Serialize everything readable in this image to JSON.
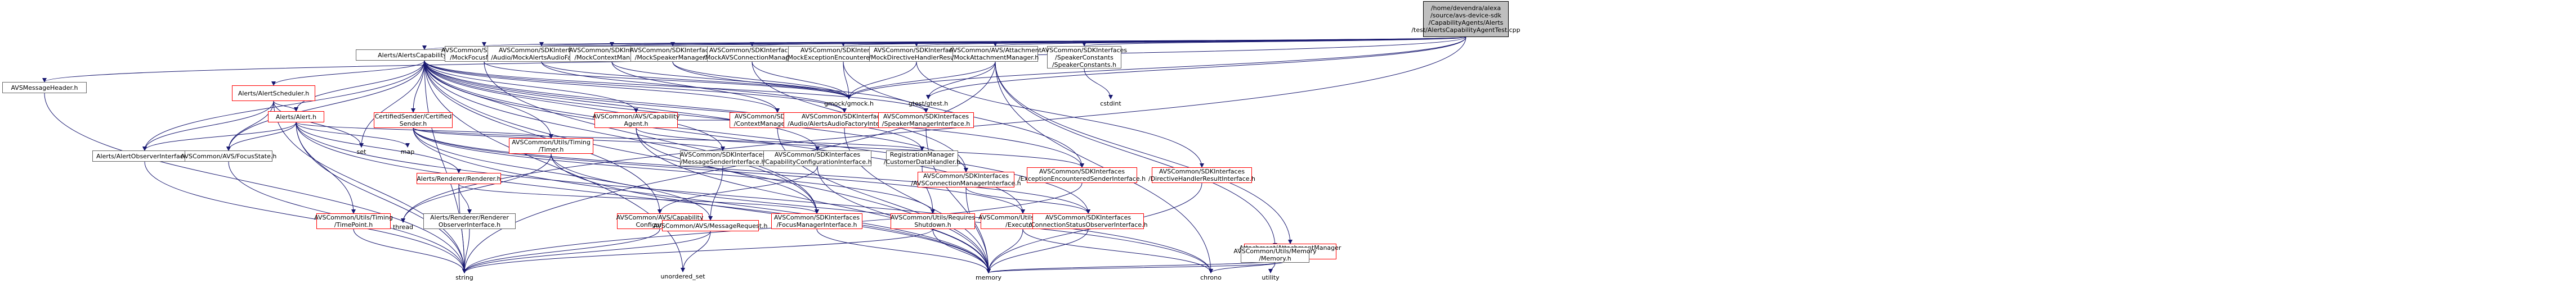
{
  "colors": {
    "edge": "#191970",
    "node_border": "#999999",
    "node_border_incomplete": "#ff0000",
    "root_fill": "#bfbfbf"
  },
  "nodes": [
    {
      "id": "root",
      "lines": [
        "/home/devendra/alexa",
        "/source/avs-device-sdk",
        "/CapabilityAgents/Alerts",
        "/test/AlertsCapabilityAgentTest.cpp"
      ],
      "style": "root"
    },
    {
      "id": "msgheader",
      "lines": [
        "AVSMessageHeader.h"
      ],
      "style": "gray"
    },
    {
      "id": "aca",
      "lines": [
        "Alerts/AlertsCapabilityAgent.h"
      ],
      "style": "gray"
    },
    {
      "id": "mockfocus",
      "lines": [
        "AVSCommon/SDKInterfaces",
        "/MockFocusManager.h"
      ],
      "style": "gray"
    },
    {
      "id": "mockaudio",
      "lines": [
        "AVSCommon/SDKInterfaces",
        "/Audio/MockAlertsAudioFactory.h"
      ],
      "style": "gray"
    },
    {
      "id": "mockctx",
      "lines": [
        "AVSCommon/SDKInterfaces",
        "/MockContextManager.h"
      ],
      "style": "gray"
    },
    {
      "id": "mockspk",
      "lines": [
        "AVSCommon/SDKInterfaces",
        "/MockSpeakerManager.h"
      ],
      "style": "gray"
    },
    {
      "id": "mockconn",
      "lines": [
        "AVSCommon/SDKInterfaces",
        "/MockAVSConnectionManager.h"
      ],
      "style": "gray"
    },
    {
      "id": "mockexc",
      "lines": [
        "AVSCommon/SDKInterfaces",
        "/MockExceptionEncounteredSender.h"
      ],
      "style": "gray"
    },
    {
      "id": "mockdir",
      "lines": [
        "AVSCommon/SDKInterfaces",
        "/MockDirectiveHandlerResult.h"
      ],
      "style": "gray"
    },
    {
      "id": "mockatt",
      "lines": [
        "AVSCommon/AVS/Attachment",
        "/MockAttachmentManager.h"
      ],
      "style": "gray"
    },
    {
      "id": "spkconst",
      "lines": [
        "AVSCommon/SDKInterfaces",
        "/SpeakerConstants",
        "/SpeakerConstants.h"
      ],
      "style": "gray"
    },
    {
      "id": "sched",
      "lines": [
        "Alerts/AlertScheduler.h"
      ],
      "style": "red"
    },
    {
      "id": "alert",
      "lines": [
        "Alerts/Alert.h"
      ],
      "style": "red"
    },
    {
      "id": "certsender",
      "lines": [
        "CertifiedSender/Certified",
        "Sender.h"
      ],
      "style": "red"
    },
    {
      "id": "capagent",
      "lines": [
        "AVSCommon/AVS/Capability",
        "Agent.h"
      ],
      "style": "red"
    },
    {
      "id": "ctxiface",
      "lines": [
        "AVSCommon/SDKInterfaces",
        "/ContextManagerInterface.h"
      ],
      "style": "red"
    },
    {
      "id": "audioiface",
      "lines": [
        "AVSCommon/SDKInterfaces",
        "/Audio/AlertsAudioFactoryInterface.h"
      ],
      "style": "red"
    },
    {
      "id": "spkiface",
      "lines": [
        "AVSCommon/SDKInterfaces",
        "/SpeakerManagerInterface.h"
      ],
      "style": "red"
    },
    {
      "id": "gmock",
      "lines": [
        "gmock/gmock.h"
      ],
      "style": "plain"
    },
    {
      "id": "gtest",
      "lines": [
        "gtest/gtest.h"
      ],
      "style": "plain"
    },
    {
      "id": "cstdint",
      "lines": [
        "cstdint"
      ],
      "style": "plain"
    },
    {
      "id": "set",
      "lines": [
        "set"
      ],
      "style": "plain"
    },
    {
      "id": "map",
      "lines": [
        "map"
      ],
      "style": "plain"
    },
    {
      "id": "timer",
      "lines": [
        "AVSCommon/Utils/Timing",
        "/Timer.h"
      ],
      "style": "red"
    },
    {
      "id": "obsiface",
      "lines": [
        "Alerts/AlertObserverInterface.h"
      ],
      "style": "gray"
    },
    {
      "id": "focusstate",
      "lines": [
        "AVSCommon/AVS/FocusState.h"
      ],
      "style": "gray"
    },
    {
      "id": "renderer",
      "lines": [
        "Alerts/Renderer/Renderer.h"
      ],
      "style": "red"
    },
    {
      "id": "msgsender",
      "lines": [
        "AVSCommon/SDKInterfaces",
        "/MessageSenderInterface.h"
      ],
      "style": "gray"
    },
    {
      "id": "capcfgiface",
      "lines": [
        "AVSCommon/SDKInterfaces",
        "/CapabilityConfigurationInterface.h"
      ],
      "style": "gray"
    },
    {
      "id": "regmgr",
      "lines": [
        "RegistrationManager",
        "/CustomerDataHandler.h"
      ],
      "style": "gray"
    },
    {
      "id": "conniface",
      "lines": [
        "AVSCommon/SDKInterfaces",
        "/AVSConnectionManagerInterface.h"
      ],
      "style": "red"
    },
    {
      "id": "exciface",
      "lines": [
        "AVSCommon/SDKInterfaces",
        "/ExceptionEncounteredSenderInterface.h"
      ],
      "style": "red"
    },
    {
      "id": "dirres",
      "lines": [
        "AVSCommon/SDKInterfaces",
        "/DirectiveHandlerResultInterface.h"
      ],
      "style": "red"
    },
    {
      "id": "attmgr",
      "lines": [
        "Attachment/AttachmentManager",
        "Interface.h"
      ],
      "style": "red"
    },
    {
      "id": "memiface",
      "lines": [
        "AVSCommon/Utils/Memory",
        "/Memory.h"
      ],
      "style": "gray"
    },
    {
      "id": "timepoint",
      "lines": [
        "AVSCommon/Utils/Timing",
        "/TimePoint.h"
      ],
      "style": "red"
    },
    {
      "id": "rendobs",
      "lines": [
        "Alerts/Renderer/Renderer",
        "ObserverInterface.h"
      ],
      "style": "gray"
    },
    {
      "id": "thread",
      "lines": [
        "thread"
      ],
      "style": "plain"
    },
    {
      "id": "capcfg",
      "lines": [
        "AVSCommon/AVS/Capability",
        "Configuration.h"
      ],
      "style": "red"
    },
    {
      "id": "msgreq",
      "lines": [
        "AVSCommon/AVS/MessageRequest.h"
      ],
      "style": "red"
    },
    {
      "id": "focusiface",
      "lines": [
        "AVSCommon/SDKInterfaces",
        "/FocusManagerInterface.h"
      ],
      "style": "red"
    },
    {
      "id": "shutdown",
      "lines": [
        "AVSCommon/Utils/Requires",
        "Shutdown.h"
      ],
      "style": "red"
    },
    {
      "id": "executor",
      "lines": [
        "AVSCommon/Utils/Threading",
        "/Executor.h"
      ],
      "style": "red"
    },
    {
      "id": "connobs",
      "lines": [
        "AVSCommon/SDKInterfaces",
        "/ConnectionStatusObserverInterface.h"
      ],
      "style": "red"
    },
    {
      "id": "string",
      "lines": [
        "string"
      ],
      "style": "plain"
    },
    {
      "id": "unordered",
      "lines": [
        "unordered_set"
      ],
      "style": "plain"
    },
    {
      "id": "memory",
      "lines": [
        "memory"
      ],
      "style": "plain"
    },
    {
      "id": "chrono",
      "lines": [
        "chrono"
      ],
      "style": "plain"
    },
    {
      "id": "utility",
      "lines": [
        "utility"
      ],
      "style": "plain"
    }
  ]
}
